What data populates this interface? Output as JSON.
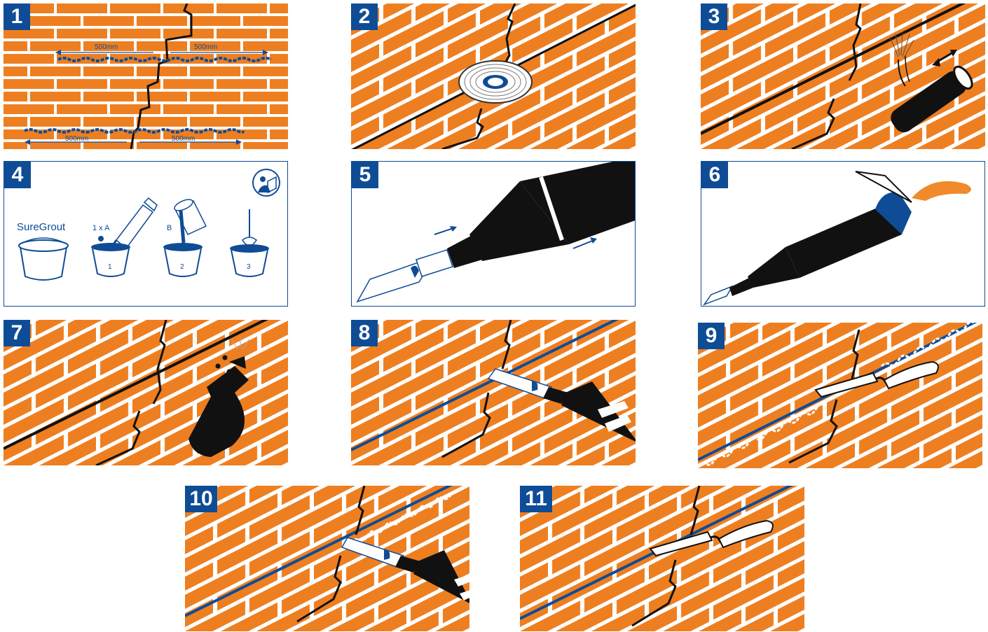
{
  "colors": {
    "brick": "#ee7f21",
    "mortar": "#ffffff",
    "accent": "#0f4c96",
    "ink": "#111111",
    "handle": "#f08a2a"
  },
  "steps": [
    {
      "number": "1",
      "dims": [
        "500mm",
        "500mm",
        "500mm",
        "500mm"
      ]
    },
    {
      "number": "2",
      "icon": "angle-grinder-disc-icon"
    },
    {
      "number": "3",
      "icon": "dust-blower-icon"
    },
    {
      "number": "4",
      "icon": "read-instructions-icon",
      "product": "SureGrout",
      "part_a": "1 x A",
      "part_b": "B",
      "stages": [
        "1",
        "2",
        "3"
      ]
    },
    {
      "number": "5",
      "icon": "grout-gun-nozzle-icon"
    },
    {
      "number": "6",
      "icon": "loading-grout-gun-icon"
    },
    {
      "number": "7",
      "icon": "spray-bottle-icon"
    },
    {
      "number": "8",
      "icon": "grout-gun-nozzle-icon"
    },
    {
      "number": "9",
      "icon": "pointing-trowel-icon"
    },
    {
      "number": "10",
      "icon": "grout-gun-nozzle-icon"
    },
    {
      "number": "11",
      "icon": "pointing-trowel-icon"
    }
  ]
}
